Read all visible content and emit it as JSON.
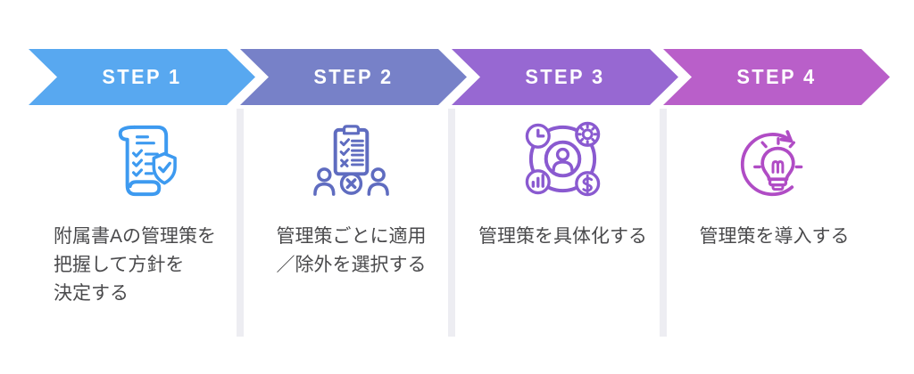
{
  "page": {
    "background": "#ffffff"
  },
  "style": {
    "banner_text_color": "#ffffff",
    "text_color": "#4a4a4c",
    "divider_color": "#ededf2"
  },
  "steps": [
    {
      "banner_label": "STEP 1",
      "banner_color": "#58a8f0",
      "icon": "scroll-checklist-icon",
      "icon_color": "#3d9af0",
      "description_lines": [
        "附属書Aの管理策を",
        "把握して方針を",
        "決定する"
      ]
    },
    {
      "banner_label": "STEP 2",
      "banner_color": "#7781c8",
      "icon": "clipboard-selection-icon",
      "icon_color": "#5f6cc0",
      "description_lines": [
        "管理策ごとに適用",
        "／除外を選択する"
      ]
    },
    {
      "banner_label": "STEP 3",
      "banner_color": "#9768d2",
      "icon": "resource-management-icon",
      "icon_color": "#8a5ad0",
      "description_lines": [
        "管理策を具体化する"
      ]
    },
    {
      "banner_label": "STEP 4",
      "banner_color": "#b95fc9",
      "icon": "lightbulb-implementation-icon",
      "icon_color": "#b04cc5",
      "description_lines": [
        "管理策を導入する"
      ]
    }
  ]
}
